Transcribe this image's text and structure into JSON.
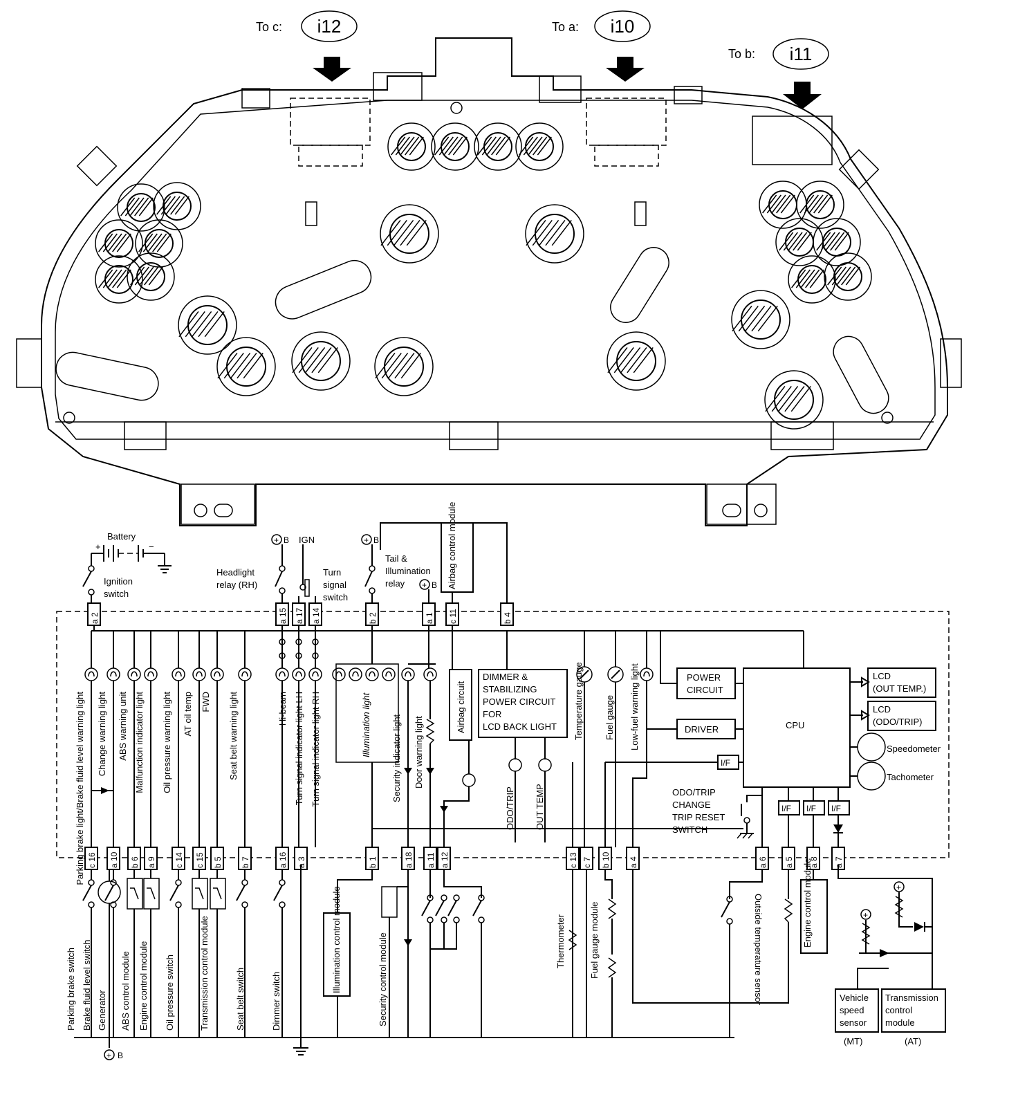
{
  "connectors": [
    {
      "prefix": "To  c:",
      "id": "i12"
    },
    {
      "prefix": "To  a:",
      "id": "i10"
    },
    {
      "prefix": "To  b:",
      "id": "i11"
    }
  ],
  "sources": {
    "battery": "Battery",
    "ign": "IGN",
    "plus_b": "B"
  },
  "switches": {
    "ignition": [
      "Ignition",
      "switch"
    ],
    "headlight": [
      "Headlight",
      "relay (RH)"
    ],
    "turn": [
      "Turn",
      "signal",
      "switch"
    ],
    "tail": [
      "Tail &",
      "Illumination",
      "relay"
    ],
    "odo": [
      "ODO/TRIP",
      "CHANGE",
      "TRIP RESET",
      "SWITCH"
    ]
  },
  "airbag_module": "Airbag control module",
  "top_pins": [
    "a 2",
    "a 15",
    "a 17",
    "a 14",
    "b 2",
    "a 1",
    "c 11",
    "b 4"
  ],
  "bottom_pins": [
    "c 16",
    "a 10",
    "b 6",
    "a 9",
    "c 14",
    "c 15",
    "b 5",
    "b 7",
    "a 16",
    "a 3",
    "b 1",
    "a 18",
    "a 11",
    "a 12",
    "c 13",
    "c 7",
    "b 10",
    "a 4",
    "a 6",
    "a 5",
    "a 8",
    "a 7"
  ],
  "lamps": [
    "Parking brake light/Brake fluid level warning light",
    "Change warning light",
    "ABS warning unit",
    "Malfunction indicator light",
    "Oil pressure warning light",
    "AT oil temp",
    "FWD",
    "Seat belt warning light",
    "Hi-beam",
    "Turn signal indicator light LH",
    "Turn signal indicator light RH",
    "Illumination light",
    "Security indicator light",
    "Door warning light",
    "Airbag circuit",
    "Temperature gauge",
    "Fuel gauge",
    "Low-fuel warning light"
  ],
  "internal_blocks": {
    "dimmer": [
      "DIMMER &",
      "STABILIZING",
      "POWER CIRCUIT",
      "FOR",
      "LCD BACK LIGHT"
    ],
    "odo_trip": "ODO/TRIP",
    "out_temp": "OUT TEMP",
    "power": [
      "POWER",
      "CIRCUIT"
    ],
    "driver": "DRIVER",
    "cpu": "CPU",
    "if": "I/F",
    "lcd1": [
      "LCD",
      "(OUT TEMP.)"
    ],
    "lcd2": [
      "LCD",
      "(ODO/TRIP)"
    ],
    "speedometer": "Speedometer",
    "tachometer": "Tachometer"
  },
  "external": [
    "Parking brake switch",
    "Brake fluid level switch",
    "Generator",
    "ABS control module",
    "Engine control module",
    "Oil pressure switch",
    "Transmission control module",
    "Seat belt switch",
    "Dimmer switch",
    "Illumination control module",
    "Security control module",
    "Thermometer",
    "Fuel gauge module",
    "Outside temperature sensor",
    "Engine control module"
  ],
  "speed_sources": [
    {
      "label": [
        "Vehicle",
        "speed",
        "sensor"
      ],
      "note": "(MT)"
    },
    {
      "label": [
        "Transmission",
        "control",
        "module"
      ],
      "note": "(AT)"
    }
  ]
}
